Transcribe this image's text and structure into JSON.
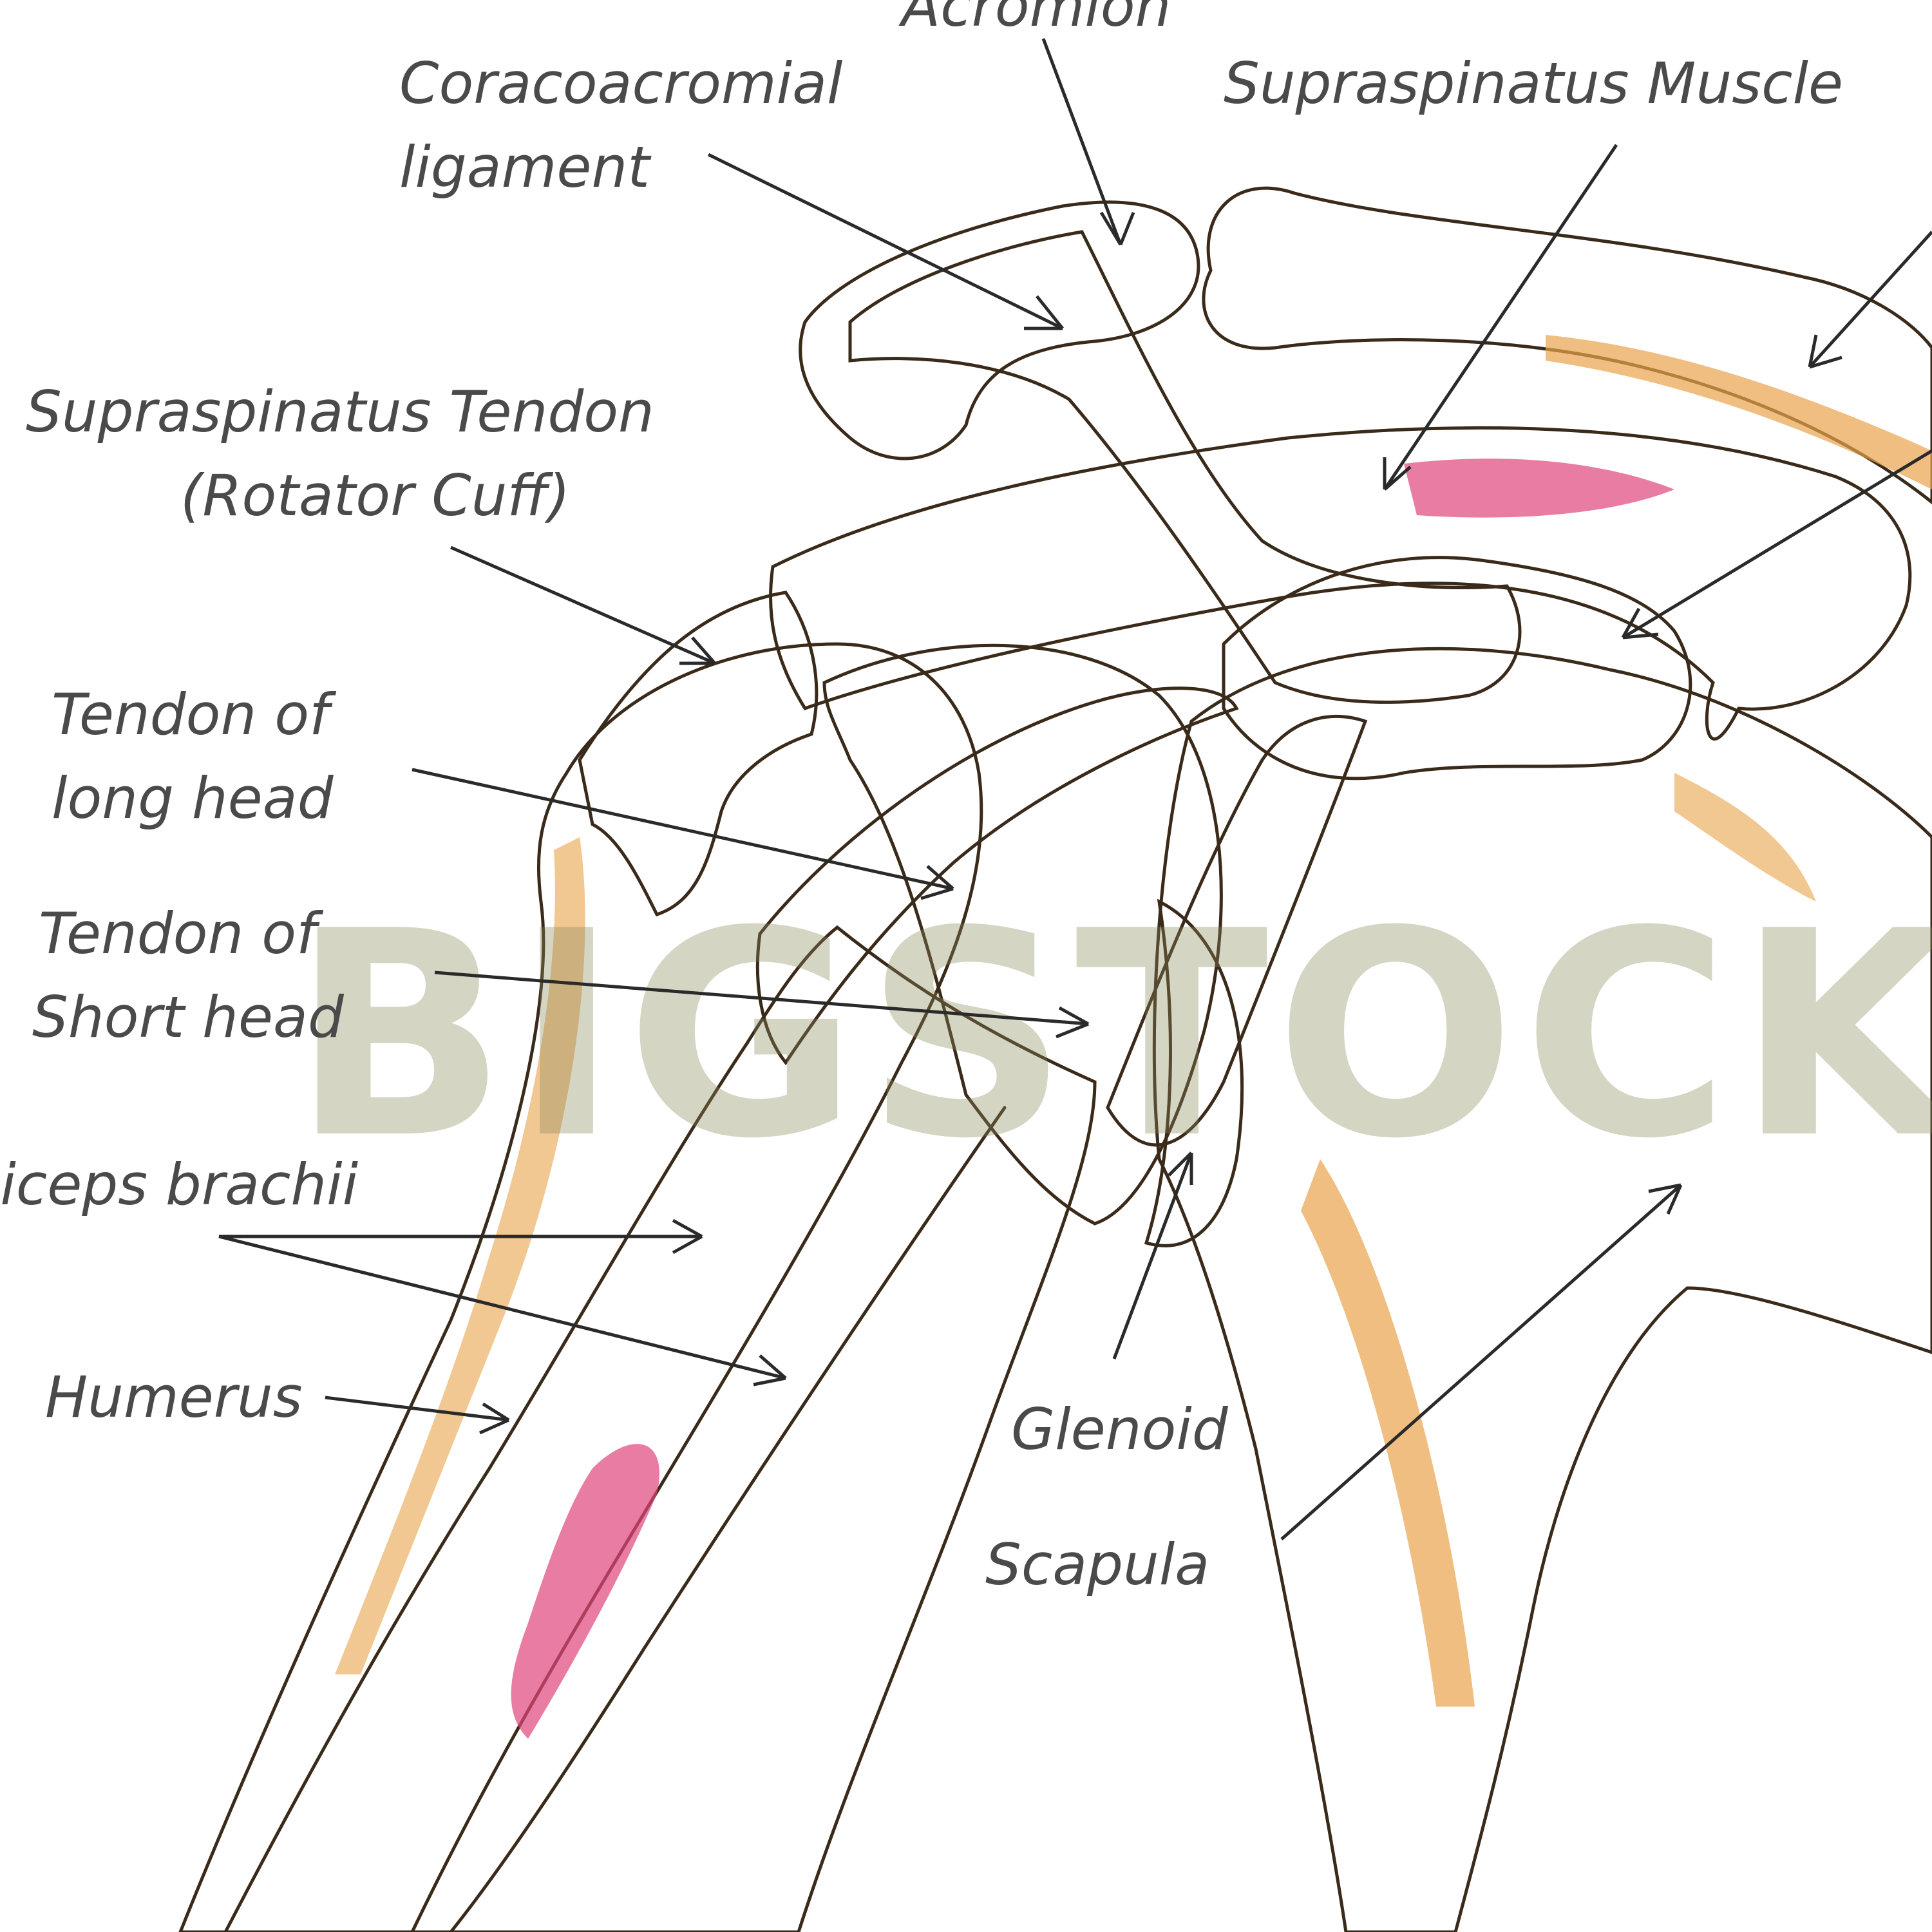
{
  "labels": {
    "acromion": "Acromion",
    "coracoacromial_line1": "Coracoacromial",
    "coracoacromial_line2": "ligament",
    "supraspinatus_muscle": "Supraspinatus Muscle",
    "supraspinatus_tendon_line1": "Supraspinatus Tendon",
    "supraspinatus_tendon_line2": "(Rotator Cuff)",
    "long_head_line1": "Tendon of",
    "long_head_line2": "long head",
    "short_head_line1": "Tendon of",
    "short_head_line2": "Short head",
    "biceps": "Biceps brachii",
    "humerus": "Humerus",
    "glenoid": "Glenoid",
    "scapula": "Scapula"
  },
  "watermark": "BIGSTOCK",
  "colors": {
    "bone": "#f6d860",
    "bone_light": "#fbe98d",
    "bone_dark": "#e8a24a",
    "muscle": "#c8193f",
    "muscle_highlight": "#e0457a",
    "ligament": "#eef4fa",
    "cartilage": "#c8dcf0",
    "ink": "#3a2a1a",
    "label_text": "#4a4a4a"
  }
}
